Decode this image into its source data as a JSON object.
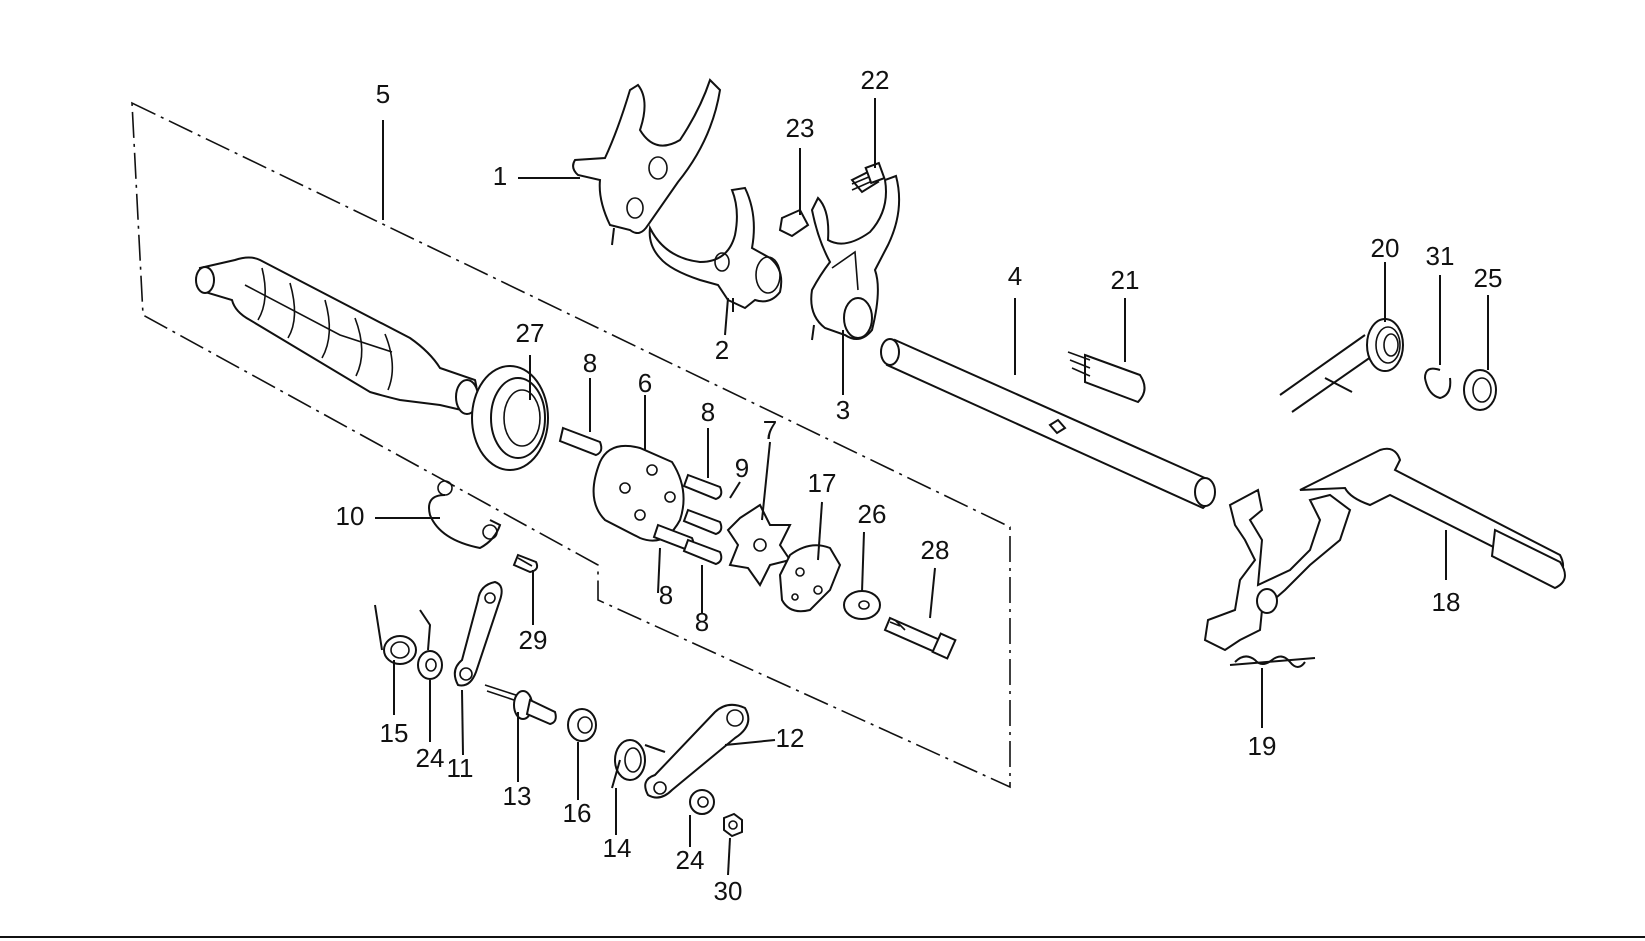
{
  "diagram": {
    "callouts": [
      "1",
      "2",
      "3",
      "4",
      "5",
      "6",
      "7",
      "8",
      "8",
      "8",
      "8",
      "9",
      "10",
      "11",
      "12",
      "13",
      "14",
      "15",
      "16",
      "17",
      "18",
      "19",
      "20",
      "21",
      "22",
      "23",
      "24",
      "24",
      "25",
      "26",
      "27",
      "28",
      "29",
      "30",
      "31"
    ]
  },
  "colors": {
    "ink": "#111111",
    "background": "#ffffff"
  }
}
